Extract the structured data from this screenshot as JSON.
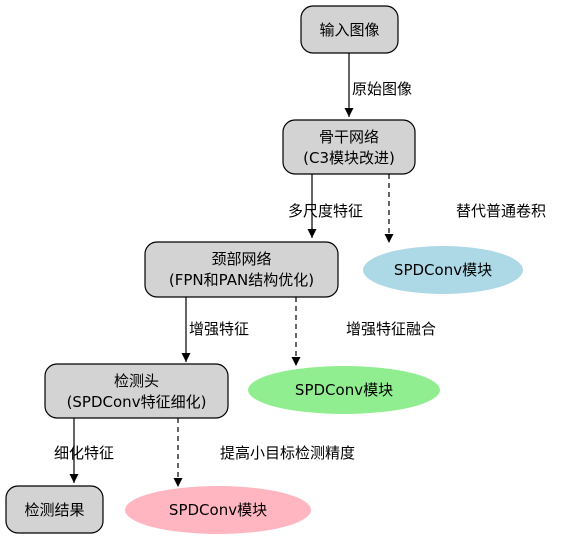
{
  "colors": {
    "box_fill": "#d3d3d3",
    "box_stroke": "#000000",
    "ellipse_blue": "#add8e6",
    "ellipse_green": "#90ee90",
    "ellipse_pink": "#ffb6c1",
    "edge": "#000000"
  },
  "nodes": {
    "input": "输入图像",
    "backbone_line1": "骨干网络",
    "backbone_line2": "(C3模块改进)",
    "neck_line1": "颈部网络",
    "neck_line2": "(FPN和PAN结构优化)",
    "head_line1": "检测头",
    "head_line2": "(SPDConv特征细化)",
    "result": "检测结果",
    "spd1": "SPDConv模块",
    "spd2": "SPDConv模块",
    "spd3": "SPDConv模块"
  },
  "edges": {
    "input_to_backbone": "原始图像",
    "backbone_to_neck": "多尺度特征",
    "backbone_to_spd1": "替代普通卷积",
    "neck_to_head": "增强特征",
    "neck_to_spd2": "增强特征融合",
    "head_to_result": "细化特征",
    "head_to_spd3": "提高小目标检测精度"
  }
}
